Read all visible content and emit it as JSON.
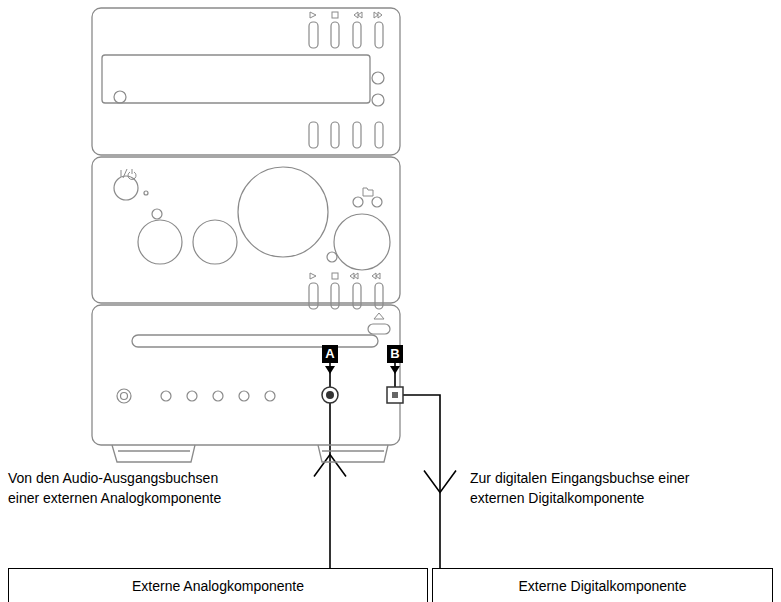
{
  "diagram": {
    "nodes": [
      {
        "text": [
          "A"
        ]
      },
      {
        "text": [
          "B"
        ]
      },
      {
        "text": [
          "Externe Analogkomponente"
        ]
      },
      {
        "text": [
          "Externe Digitalkomponente"
        ]
      }
    ],
    "edges": [
      {
        "from": 2,
        "to": 0,
        "arrow": "to"
      },
      {
        "from": 1,
        "to": 3,
        "arrow": "to"
      }
    ],
    "labels": [
      "Von den Audio-Ausgangsbuchsen einer externen Analogkomponente",
      "Zur digitalen Eingangsbuchse einer externen Digitalkomponente"
    ]
  }
}
